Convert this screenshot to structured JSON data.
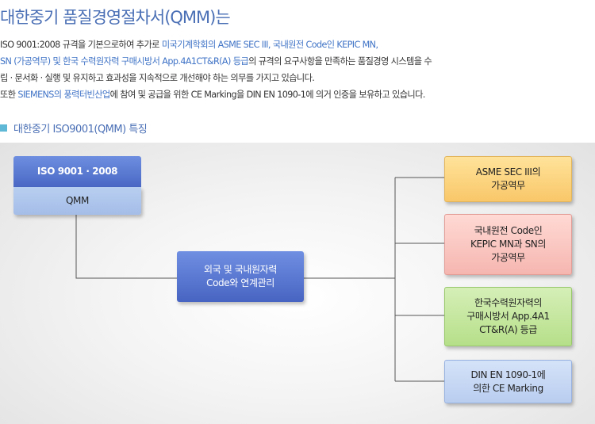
{
  "header": {
    "title": "대한중기 품질경영절차서(QMM)는"
  },
  "intro": {
    "l1_a": "ISO 9001:2008 규격을 기본으로하여 추가로 ",
    "l1_b": "미국기계학회의 ASME SEC III, 국내원전 Code인 KEPIC MN,",
    "l2_b": "SN (가공역무) 및 한국 수력원자력 구매시방서 App.4A1CT&R(A) 등급",
    "l2_c": "의 규격의 요구사항을 만족하는 품질경영 시스템을 수",
    "l3": "립 · 문서화 · 실행 및 유지하고 효과성을 지속적으로 개선해야 하는 의무를 가지고 있습니다.",
    "l4_a": "또한 ",
    "l4_b": "SIEMENS의 풍력터빈산업",
    "l4_c": "에 참여 및 공급을 위한 CE Marking을 DIN EN 1090-1에 의거 인증을 보유하고 있습니다."
  },
  "section": {
    "title": "대한중기 ISO9001(QMM) 특징"
  },
  "diagram": {
    "iso_label": "ISO 9001 · 2008",
    "qmm_label": "QMM",
    "center": [
      "외국 및 국내원자력",
      "Code와 연계관리"
    ],
    "r1": [
      "ASME SEC III의",
      "가공역무"
    ],
    "r2": [
      "국내원전 Code인",
      "KEPIC MN과 SN의",
      "가공역무"
    ],
    "r3": [
      "한국수력원자력의",
      "구매시방서 App.4A1",
      "CT&R(A) 등급"
    ],
    "r4": [
      "DIN EN 1090-1에",
      "의한 CE Marking"
    ]
  }
}
